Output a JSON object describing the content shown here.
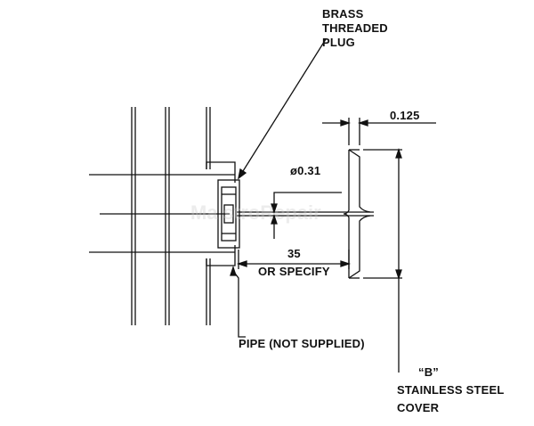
{
  "labels": {
    "plug": "BRASS\nTHREADED\nPLUG",
    "thickness": "0.125",
    "diameter": "ø0.31",
    "length_value": "35",
    "length_note": "OR SPECIFY",
    "pipe": "PIPE (NOT SUPPLIED)",
    "cover_ref": "“B”",
    "cover_line1": "STAINLESS STEEL",
    "cover_line2": "COVER"
  },
  "colors": {
    "ink": "#111111",
    "background": "#ffffff"
  }
}
